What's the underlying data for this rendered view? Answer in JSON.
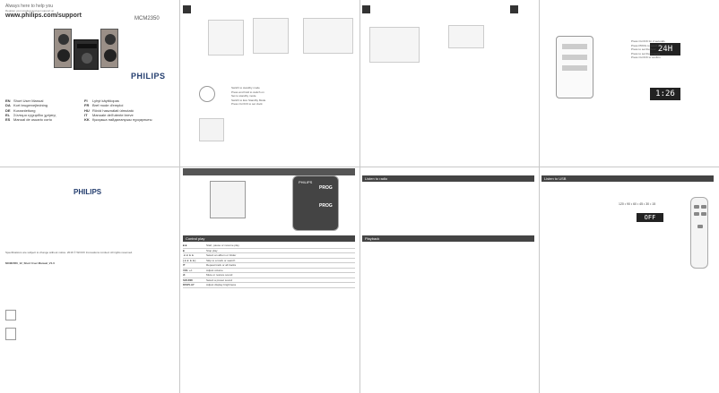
{
  "cover": {
    "tagline": "Always here to help you",
    "register": "Register your product and get support at",
    "url": "www.philips.com/support",
    "model": "MCM2350",
    "brand": "PHILIPS",
    "languages": [
      {
        "code": "EN",
        "name": "Short User Manual"
      },
      {
        "code": "DA",
        "name": "Kort brugervejledning"
      },
      {
        "code": "DE",
        "name": "Kurzanleitung"
      },
      {
        "code": "EL",
        "name": "Σύντομο εγχειρίδιο χρήσης"
      },
      {
        "code": "ES",
        "name": "Manual de usuario corto"
      },
      {
        "code": "FI",
        "name": "Lyhyt käyttöopas"
      },
      {
        "code": "FR",
        "name": "Bref mode d'emploi"
      },
      {
        "code": "HU",
        "name": "Rövid használati útmutató"
      },
      {
        "code": "IT",
        "name": "Manuale dell'utente breve"
      },
      {
        "code": "KK",
        "name": "Қысқаша пайдаланушы нұсқаулығы"
      }
    ],
    "legal": "Specifications are subject to change without notice. 2016 © WOOX Innovations Limited. All rights reserved.",
    "doc_id": "MCM2350_12_Short User Manual_V1.0"
  },
  "top_panels": {
    "panel2_steps": [
      "Switch to standby mode",
      "Press and hold to switch on",
      "Set to standby mode",
      "Switch to Eco Standby Mode",
      "Press CLOCK to set clock"
    ],
    "panel3_icon": "2",
    "panel4_icon": "3",
    "panel5_icon": "4",
    "display_time": "24H",
    "display_clock": "1:26",
    "setting_steps": [
      "Press CLOCK for 2 seconds",
      "Press PROG to select 12/24H",
      "Press to set the hour",
      "Press to set the minutes",
      "Press CLOCK to confirm"
    ]
  },
  "bottom_panels": {
    "section_a": "Control play",
    "section_b": "Playback",
    "section_c": "Listen to radio",
    "section_d": "Listen to USB",
    "prog_labels": [
      "PROG",
      "PROG"
    ],
    "remote_display": "OFF",
    "remote_freq": "120 • 90 • 60 • 45 • 30 • 15",
    "ctrl_rows": [
      {
        "key": "■ ■",
        "desc": "Start, pause or resume play"
      },
      {
        "key": "■",
        "desc": "Stop play"
      },
      {
        "key": "◄◄ ►►",
        "desc": "Select an album or folder"
      },
      {
        "key": "|◄◄ ►►|",
        "desc": "Skip to a track or search"
      },
      {
        "key": "⟳",
        "desc": "Repeat track or all tracks"
      },
      {
        "key": "VOL +/-",
        "desc": "Adjust volume"
      },
      {
        "key": "⊘",
        "desc": "Mute or restore sound"
      },
      {
        "key": "SOUND",
        "desc": "Select a preset sound"
      },
      {
        "key": "DISPLAY",
        "desc": "Adjust display brightness"
      }
    ]
  }
}
